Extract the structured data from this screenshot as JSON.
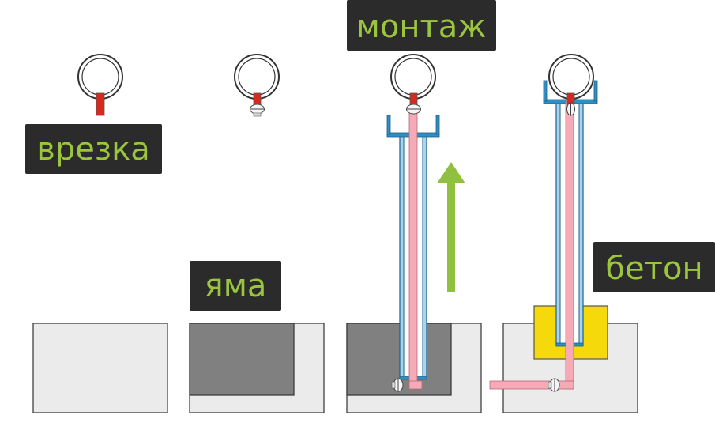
{
  "labels": {
    "cut_in": "врезка",
    "pit": "яма",
    "install": "монтаж",
    "concrete": "бетон"
  },
  "colors": {
    "label_bg": "#2b2b2b",
    "label_text": "#9bc53d",
    "ground": "#ebebeb",
    "pit": "#808080",
    "casing": "#2e8fc4",
    "casing_fill": "#a9d4ef",
    "pipe": "#f5aab6",
    "valve": "#d42a1f",
    "concrete": "#f5d90a",
    "arrow": "#8fc03f"
  },
  "icons": [
    "ring-icon",
    "valve-icon",
    "tap-icon",
    "up-arrow-icon"
  ]
}
